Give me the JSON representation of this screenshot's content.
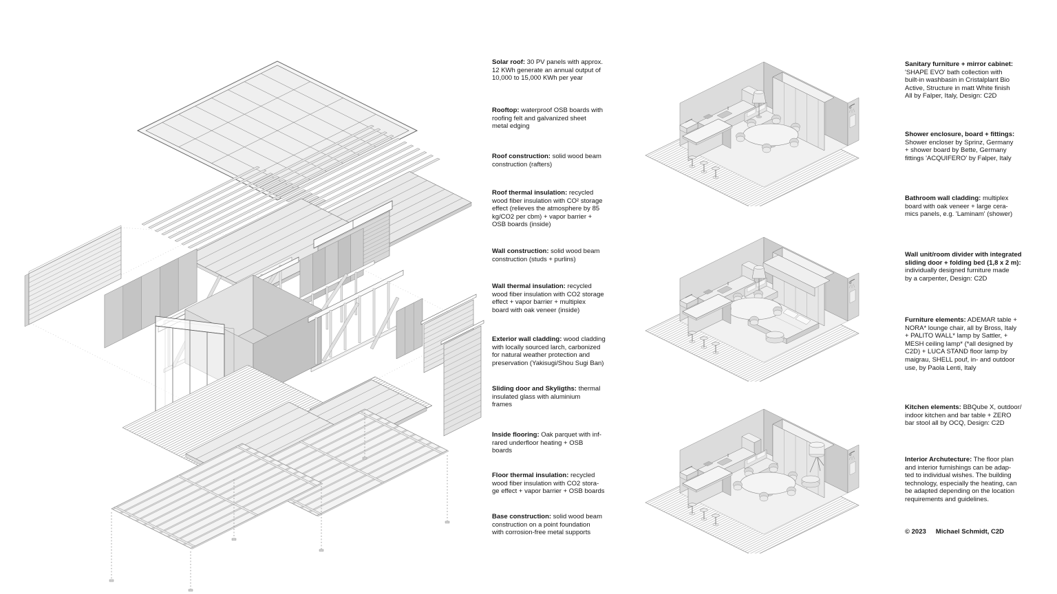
{
  "page": {
    "background": "#ffffff",
    "ink": "#161616",
    "line_gray": "#7a7a7a",
    "fill_light": "#ececec",
    "fill_mid": "#d6d6d6",
    "fill_dark": "#c2c2c2"
  },
  "exploded_view": {
    "layers": [
      "solar-roof-panel",
      "rafters",
      "roof-boards",
      "clerestory-window-strip",
      "back-wall-stack",
      "wall-cladding-left",
      "wall-panels-left",
      "stud-frame-left",
      "room-volume",
      "stud-frame-right",
      "wall-panels-right",
      "wall-cladding-right",
      "sliding-door",
      "parquet-floor",
      "floor-boards",
      "floor-joists",
      "point-foundation"
    ]
  },
  "annotations_left": [
    {
      "heading": "Solar roof:",
      "body": "30 PV panels with approx.\n12 KWh generate an annual output of\n10,000 to 15,000 KWh per year"
    },
    {
      "heading": "Rooftop:",
      "body": "waterproof OSB boards with\nroofing felt and galvanized sheet\nmetal edging"
    },
    {
      "heading": "Roof construction:",
      "body": "solid wood beam\nconstruction (rafters)"
    },
    {
      "heading": "Roof thermal insulation:",
      "body": "recycled\nwood fiber insulation with CO² storage\neffect (relieves the atmosphere by 85\nkg/CO2 per cbm) + vapor barrier +\nOSB boards (inside)"
    },
    {
      "heading": "Wall construction:",
      "body": "solid wood beam\nconstruction (studs + purlins)"
    },
    {
      "heading": "Wall thermal insulation:",
      "body": "recycled\nwood fiber insulation with CO2 storage\neffect + vapor barrier + multiplex\nboard with oak veneer (inside)"
    },
    {
      "heading": "Exterior wall cladding:",
      "body": "wood cladding\nwith locally sourced larch, carbonized\nfor natural weather protection and\npreservation (Yakisugi/Shou Sugi Ban)"
    },
    {
      "heading": "Sliding door and Skyligths:",
      "body": "thermal\ninsulated glass with aluminium\nframes"
    },
    {
      "heading": "Inside flooring:",
      "body": "Oak parquet with inf-\nrared underfloor heating + OSB\nboards"
    },
    {
      "heading": "Floor thermal insulation:",
      "body": "recycled\nwood fiber insulation with CO2 stora-\nge effect + vapor barrier + OSB boards"
    },
    {
      "heading": "Base construction:",
      "body": "solid wood beam\nconstruction on a point foundation\nwith corrosion-free metal supports"
    }
  ],
  "annotations_right": [
    {
      "heading": "Sanitary furniture + mirror cabinet:",
      "body": "'SHAPE EVO' bath collection with\nbuilt-in washbasin in Cristalplant Bio\nActive, Structure in matt White finish\nAll by Falper, Italy, Design: C2D"
    },
    {
      "heading": "Shower enclosure, board + fittings:",
      "body": "Shower encloser by Sprinz, Germany\n+ shower board by Bette, Germany\nfittings 'ACQUIFERO' by Falper, Italy"
    },
    {
      "heading": "Bathroom wall cladding:",
      "body": "multiplex\nboard with oak veneer + large cera-\nmics panels, e.g. 'Laminam' (shower)"
    },
    {
      "heading": "Wall unit/room divider with integrated\nsliding door + folding bed (1,8 x 2 m):",
      "body": "individually designed furniture made\nby a carpenter, Design: C2D"
    },
    {
      "heading": "Furniture elements:",
      "body": "ADEMAR table +\nNORA* lounge chair, all by Bross, Italy\n+ PALITO WALL* lamp by Sattler, +\nMESH ceiling lamp* (*all designed by\nC2D) + LUCA STAND floor lamp by\nmaigrau, SHELL pouf, in- and outdoor\nuse, by Paola Lenti, Italy"
    },
    {
      "heading": "Kitchen elements:",
      "body": "BBQube X, outdoor/\nindoor kitchen and bar table + ZERO\nbar stool all by OCQ, Design: C2D"
    },
    {
      "heading": "Interior Archutecture:",
      "body": "The floor plan\nand interior furnishings can be adap-\nted to individual wishes. The building\ntechnology, especially the heating, can\nbe adapted depending on the location\nrequirements and guidelines."
    }
  ],
  "copyright": {
    "year": "© 2023",
    "author": "Michael Schmidt, C2D"
  },
  "rooms": [
    {
      "name": "interior-view-wall-unit-closed",
      "features": [
        "outdoor-kitchen",
        "bar-island",
        "bar-stools",
        "grill",
        "dining-table",
        "chairs",
        "sofa",
        "floor-lamp",
        "wall-unit-closed",
        "shower-fitting",
        "mirror-cabinet",
        "wood-deck"
      ]
    },
    {
      "name": "interior-view-folding-bed-open",
      "features": [
        "outdoor-kitchen",
        "bar-island",
        "bar-stools",
        "grill",
        "dining-table",
        "chairs",
        "sofa",
        "floor-lamp",
        "wall-unit-open",
        "folding-bed",
        "pouf",
        "shower-fitting",
        "mirror-cabinet",
        "wood-deck"
      ]
    },
    {
      "name": "interior-view-lounge",
      "features": [
        "outdoor-kitchen",
        "bar-island",
        "bar-stools",
        "grill",
        "dining-table",
        "chairs",
        "sideboard",
        "tripod-floor-lamp",
        "pouf",
        "wall-unit-closed",
        "shower-fitting",
        "mirror-cabinet",
        "wood-deck"
      ]
    }
  ]
}
